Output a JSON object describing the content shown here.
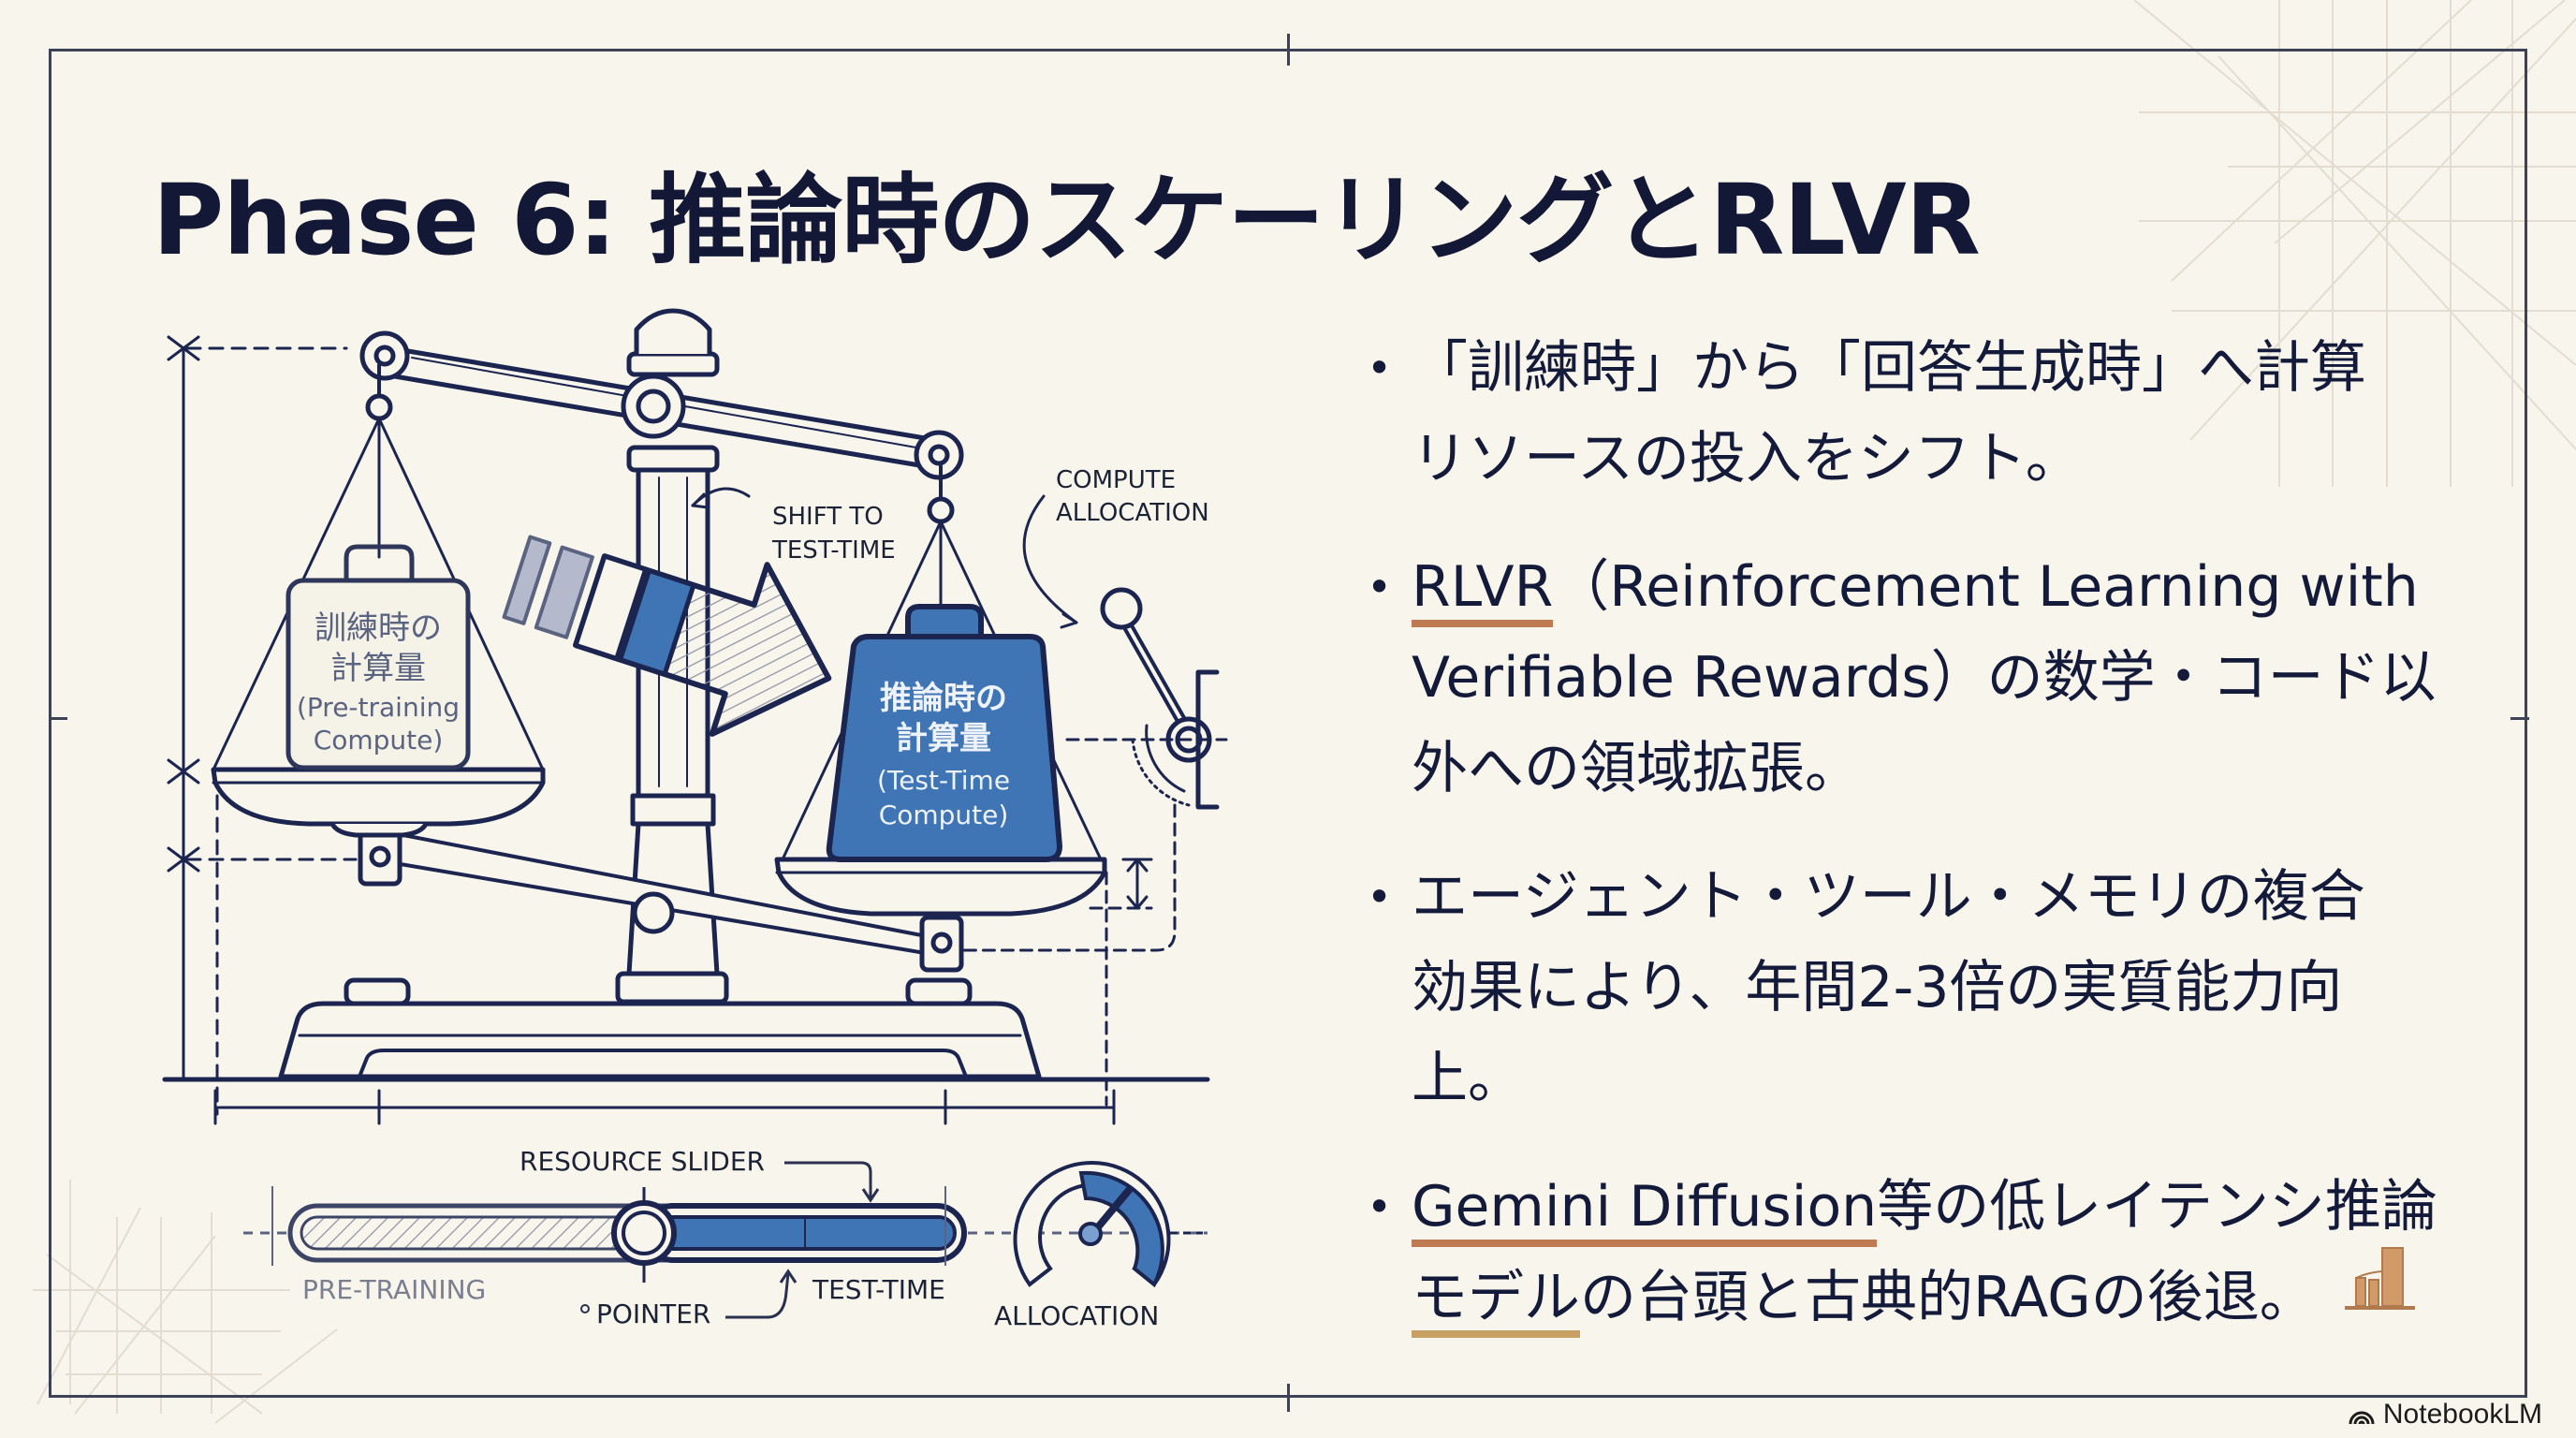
{
  "slide": {
    "title": "Phase 6: 推論時のスケーリングとRLVR",
    "bullets": [
      {
        "lines": [
          "「訓練時」から「回答生成時」へ計算",
          "リソースの投入をシフト。"
        ]
      },
      {
        "highlight": "RLVR",
        "rest_line1": "（Reinforcement Learning with",
        "line2": "Verifiable Rewards）の数学・コード以",
        "line3": "外への領域拡張。"
      },
      {
        "lines": [
          "エージェント・ツール・メモリの複合",
          "効果により、年間2-3倍の実質能力向",
          "上。"
        ]
      },
      {
        "highlight": "Gemini Diffusion",
        "rest_line1": "等の低レイテンシ推論",
        "highlight2": "モデル",
        "rest_line2": "の台頭と古典的RAGの後退。"
      }
    ]
  },
  "illustration": {
    "left_weight": {
      "line1": "訓練時の",
      "line2": "計算量",
      "line3": "(Pre-training",
      "line4": "Compute)"
    },
    "right_weight": {
      "line1": "推論時の",
      "line2": "計算量",
      "line3": "(Test-Time",
      "line4": "Compute)"
    },
    "shift_label": {
      "line1": "SHIFT TO",
      "line2": "TEST-TIME"
    },
    "allocation_label": {
      "line1": "COMPUTE",
      "line2": "ALLOCATION"
    },
    "slider": {
      "title": "RESOURCE SLIDER",
      "left_label": "PRE-TRAINING",
      "right_label": "TEST-TIME",
      "pointer_label": "POINTER",
      "gauge_label": "ALLOCATION"
    }
  },
  "colors": {
    "ink": "#1b2550",
    "accent_blue": "#3f74b5",
    "underline_rust": "#c07a52",
    "underline_gold": "#c9a064",
    "background": "#f8f5ec"
  },
  "footer": {
    "brand": "NotebookLM"
  }
}
